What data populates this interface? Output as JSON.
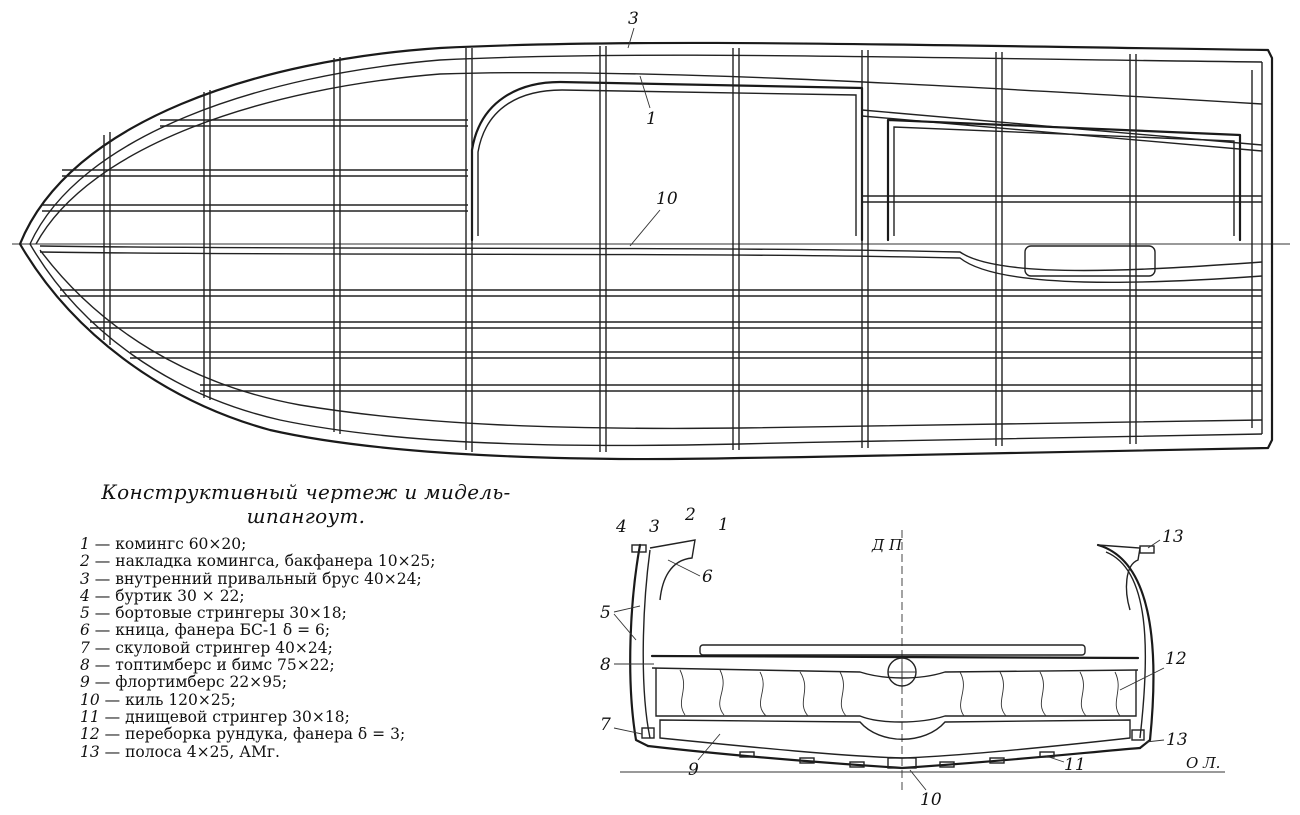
{
  "caption": {
    "line1": "Конструктивный чертеж и мидель-",
    "line2": "шпангоут."
  },
  "legend": [
    {
      "num": "1",
      "text": "комингс 60×20;"
    },
    {
      "num": "2",
      "text": "накладка комингса, бакфанера 10×25;"
    },
    {
      "num": "3",
      "text": "внутренний привальный брус 40×24;"
    },
    {
      "num": "4",
      "text": "буртик 30 × 22;"
    },
    {
      "num": "5",
      "text": "бортовые стрингеры 30×18;"
    },
    {
      "num": "6",
      "text": "кница, фанера БС-1 δ = 6;"
    },
    {
      "num": "7",
      "text": "скуловой стрингер 40×24;"
    },
    {
      "num": "8",
      "text": "топтимберс и бимс 75×22;"
    },
    {
      "num": "9",
      "text": "флортимберс 22×95;"
    },
    {
      "num": "10",
      "text": "киль 120×25;"
    },
    {
      "num": "11",
      "text": "днищевой стрингер 30×18;"
    },
    {
      "num": "12",
      "text": "переборка рундука, фанера δ = 3;"
    },
    {
      "num": "13",
      "text": "полоса 4×25, АМг."
    }
  ],
  "plan_labels": {
    "l3": "3",
    "l1": "1",
    "l10": "10"
  },
  "section_labels": {
    "l4": "4",
    "l3": "3",
    "l2": "2",
    "l1": "1",
    "l6": "6",
    "l5": "5",
    "l8": "8",
    "l7": "7",
    "l9": "9",
    "l10": "10",
    "l11": "11",
    "l12": "12",
    "l13a": "13",
    "l13b": "13",
    "dp": "Д П",
    "ol": "О Л."
  }
}
